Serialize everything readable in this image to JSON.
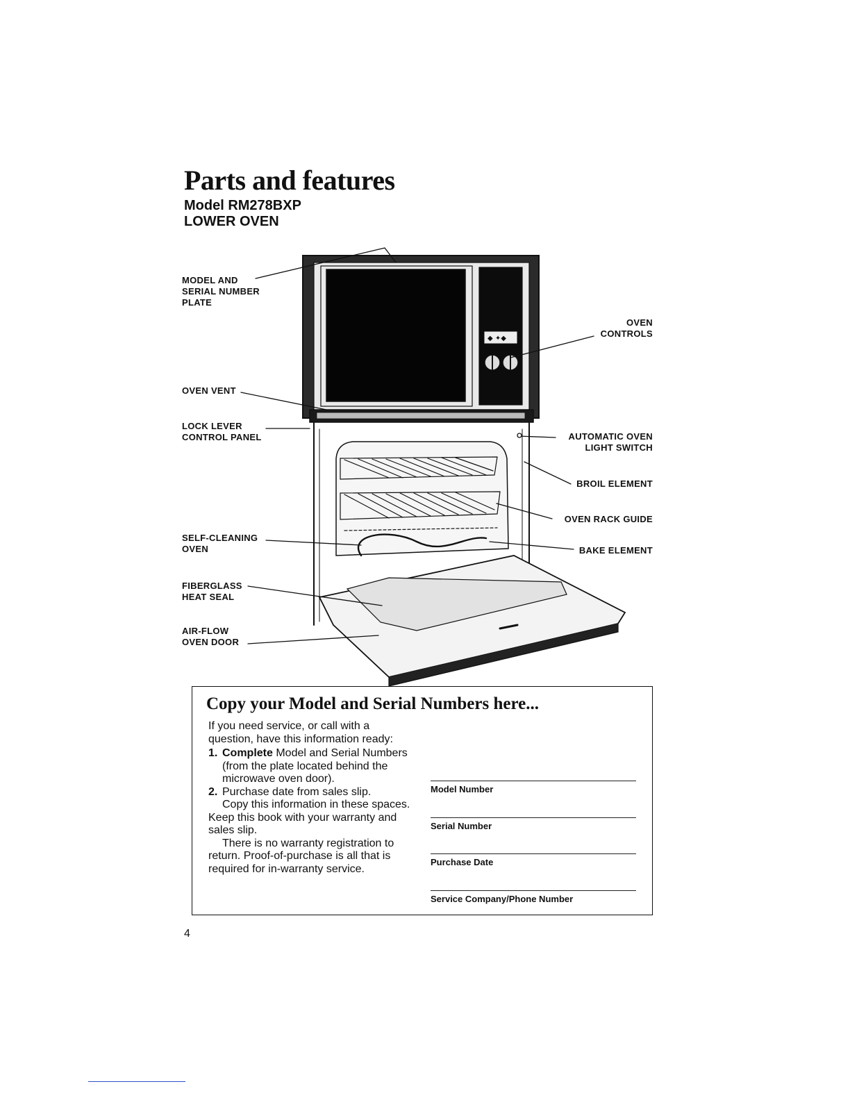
{
  "header": {
    "title": "Parts and features",
    "model": "Model RM278BXP",
    "section": "LOWER OVEN"
  },
  "callouts": {
    "model_plate": "MODEL AND\nSERIAL NUMBER\nPLATE",
    "oven_vent": "OVEN VENT",
    "lock_lever": "LOCK LEVER\nCONTROL PANEL",
    "self_cleaning": "SELF-CLEANING\nOVEN",
    "fiberglass": "FIBERGLASS\nHEAT SEAL",
    "air_flow": "AIR-FLOW\nOVEN DOOR",
    "oven_controls": "OVEN\nCONTROLS",
    "light_switch": "AUTOMATIC OVEN\nLIGHT SWITCH",
    "broil": "BROIL ELEMENT",
    "rack_guide": "OVEN RACK GUIDE",
    "bake": "BAKE ELEMENT"
  },
  "info_box": {
    "title": "Copy your Model and Serial Numbers here...",
    "intro": "If you need service, or call with a question, have this information ready:",
    "step1_num": "1.",
    "step1_bold": "Complete",
    "step1_text": " Model and Serial Numbers (from the plate located behind the microwave oven door).",
    "step2_num": "2.",
    "step2_text": "Purchase date from sales slip.",
    "para1": "Copy this information in these spaces. Keep this book with your warranty and sales slip.",
    "para2": "There is no warranty registration to return. Proof-of-purchase is all that is required for in-warranty service.",
    "fields": [
      "Model Number",
      "Serial Number",
      "Purchase Date",
      "Service Company/Phone Number"
    ]
  },
  "page_number": "4"
}
